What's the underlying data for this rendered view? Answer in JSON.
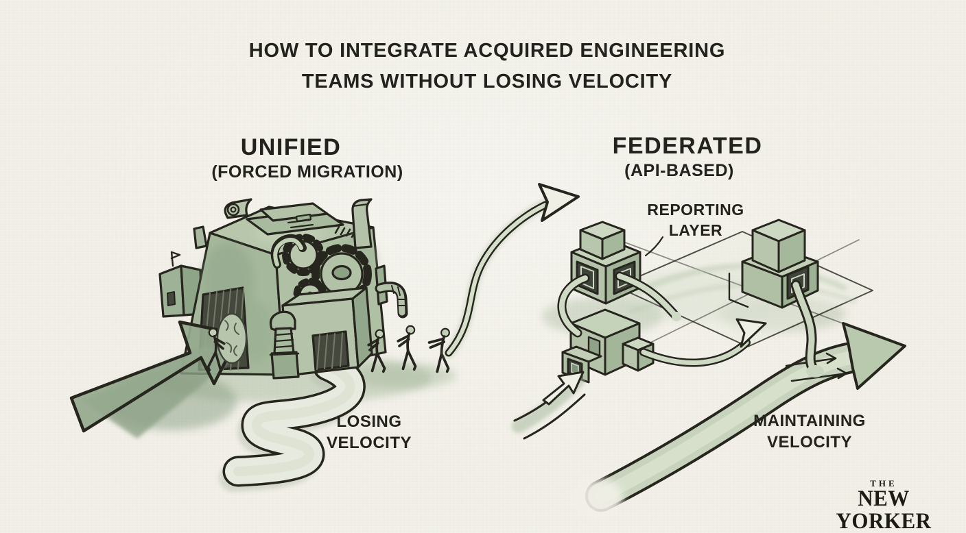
{
  "title": {
    "line1": "HOW TO INTEGRATE ACQUIRED ENGINEERING",
    "line2": "TEAMS WITHOUT LOSING VELOCITY"
  },
  "unified": {
    "heading": "UNIFIED",
    "subheading": "(FORCED MIGRATION)",
    "outcome": {
      "line1": "LOSING",
      "line2": "VELOCITY"
    }
  },
  "federated": {
    "heading": "FEDERATED",
    "subheading": "(API-BASED)",
    "annotation": {
      "line1": "REPORTING",
      "line2": "LAYER"
    },
    "outcome": {
      "line1": "MAINTAINING",
      "line2": "VELOCITY"
    }
  },
  "masthead": {
    "line1": "THE",
    "line2": "NEW YORKER"
  },
  "palette": {
    "paper": "#f2f0e8",
    "ink": "#26251e",
    "wash_light": "#ccd8c1",
    "wash_mid": "#aabca0",
    "wash_dark": "#8aa084",
    "band_pale": "#e7eadf"
  }
}
